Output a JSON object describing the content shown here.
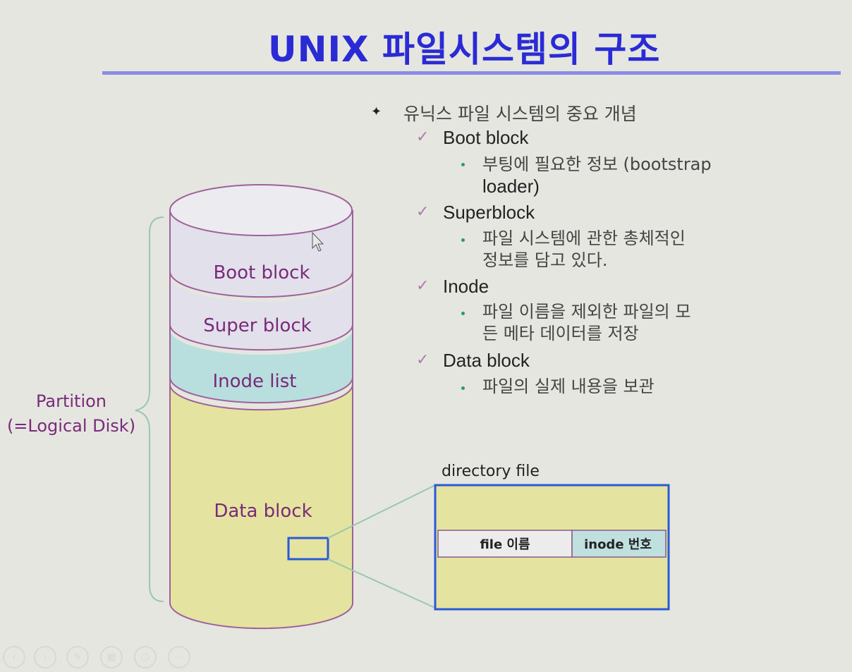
{
  "title": "UNIX 파일시스템의  구조",
  "bullets": {
    "main": "유닉스 파일 시스템의 중요 개념",
    "items": [
      {
        "term": "Boot block",
        "desc_line1": "부팅에 필요한 정보 (bootstrap",
        "desc_line2": "loader)"
      },
      {
        "term": "Superblock",
        "desc_line1": "파일 시스템에 관한 총체적인",
        "desc_line2": "정보를 담고 있다."
      },
      {
        "term": "Inode",
        "desc_line1": "파일 이름을 제외한 파일의 모",
        "desc_line2": "든 메타 데이터를 저장"
      },
      {
        "term": "Data block",
        "desc_line1": "파일의 실제 내용을 보관"
      }
    ]
  },
  "diagram": {
    "partition_label_1": "Partition",
    "partition_label_2": "(=Logical Disk)",
    "segments": {
      "boot": "Boot block",
      "super": "Super block",
      "inode": "Inode list",
      "data": "Data block"
    },
    "directory": {
      "label": "directory file",
      "col_name": "file 이름",
      "col_inode": "inode 번호"
    },
    "colors": {
      "title": "#2b2bd6",
      "disk_outline": "#a0609a",
      "segment_text": "#7a2a7a",
      "boot_fill": "#e2e0ea",
      "inode_fill": "#b8dede",
      "data_fill": "#e4e4a0",
      "directory_border": "#2a5ad6",
      "inode_cell_fill": "#c0e0e0"
    }
  }
}
